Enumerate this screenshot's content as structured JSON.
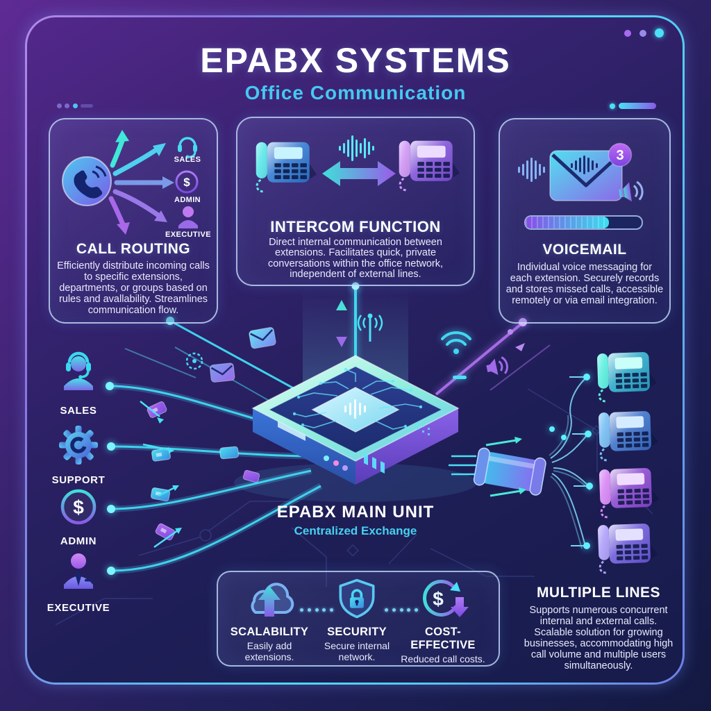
{
  "header": {
    "title": "EPABX SYSTEMS",
    "subtitle": "Office Communication"
  },
  "cards": {
    "call_routing": {
      "title": "CALL ROUTING",
      "description": "Efficiently distribute incoming calls to specific extensions, departments, or groups based on rules and avallability. Streamlines communication flow.",
      "routes": [
        {
          "label": "SALES"
        },
        {
          "label": "ADMIN"
        },
        {
          "label": "EXECUTIVE"
        }
      ]
    },
    "intercom": {
      "title": "INTERCOM FUNCTION",
      "description": "Direct internal communication between extensions. Facilitates quick, private conversations within the office network, independent of external lines."
    },
    "voicemail": {
      "title": "VOICEMAIL",
      "badge_count": "3",
      "progress_percent": 72,
      "description": "Individual voice messaging for each extension. Securely records and stores missed calls, accessible remotely or via email integration."
    }
  },
  "departments": [
    {
      "label": "SALES",
      "icon": "support-agent-icon"
    },
    {
      "label": "SUPPORT",
      "icon": "gear-icon"
    },
    {
      "label": "ADMIN",
      "icon": "dollar-circle-icon"
    },
    {
      "label": "EXECUTIVE",
      "icon": "executive-person-icon"
    }
  ],
  "main_unit": {
    "title": "EPABX MAIN UNIT",
    "subtitle": "Centralized Exchange"
  },
  "multiple_lines": {
    "title": "MULTIPLE LINES",
    "description": "Supports numerous concurrent internal and external calls. Scalable solution for growing businesses, accommodating high call volume and multiple users simultaneously."
  },
  "features": [
    {
      "title": "SCALABILITY",
      "description": "Easily add extensions.",
      "icon": "cloud-upload-icon"
    },
    {
      "title": "SECURITY",
      "description": "Secure internal network.",
      "icon": "shield-lock-icon"
    },
    {
      "title": "COST-EFFECTIVE",
      "description": "Reduced call costs.",
      "icon": "dollar-cycle-icon"
    }
  ],
  "icons": {
    "dollar_symbol": "$"
  },
  "colors": {
    "bg_purple": "#5E2B94",
    "bg_navy": "#141A44",
    "accent_cyan": "#46DCF2",
    "accent_purple": "#9A5BE8",
    "card_border": "#CFE2FA",
    "title_white": "#FFFFFF",
    "subtitle_cyan": "#46C8F0",
    "phone_teal": "#4FE8D8",
    "phone_blue": "#5AA8F0",
    "phone_purple": "#C878F0",
    "phone_violet": "#9A8AF8"
  }
}
